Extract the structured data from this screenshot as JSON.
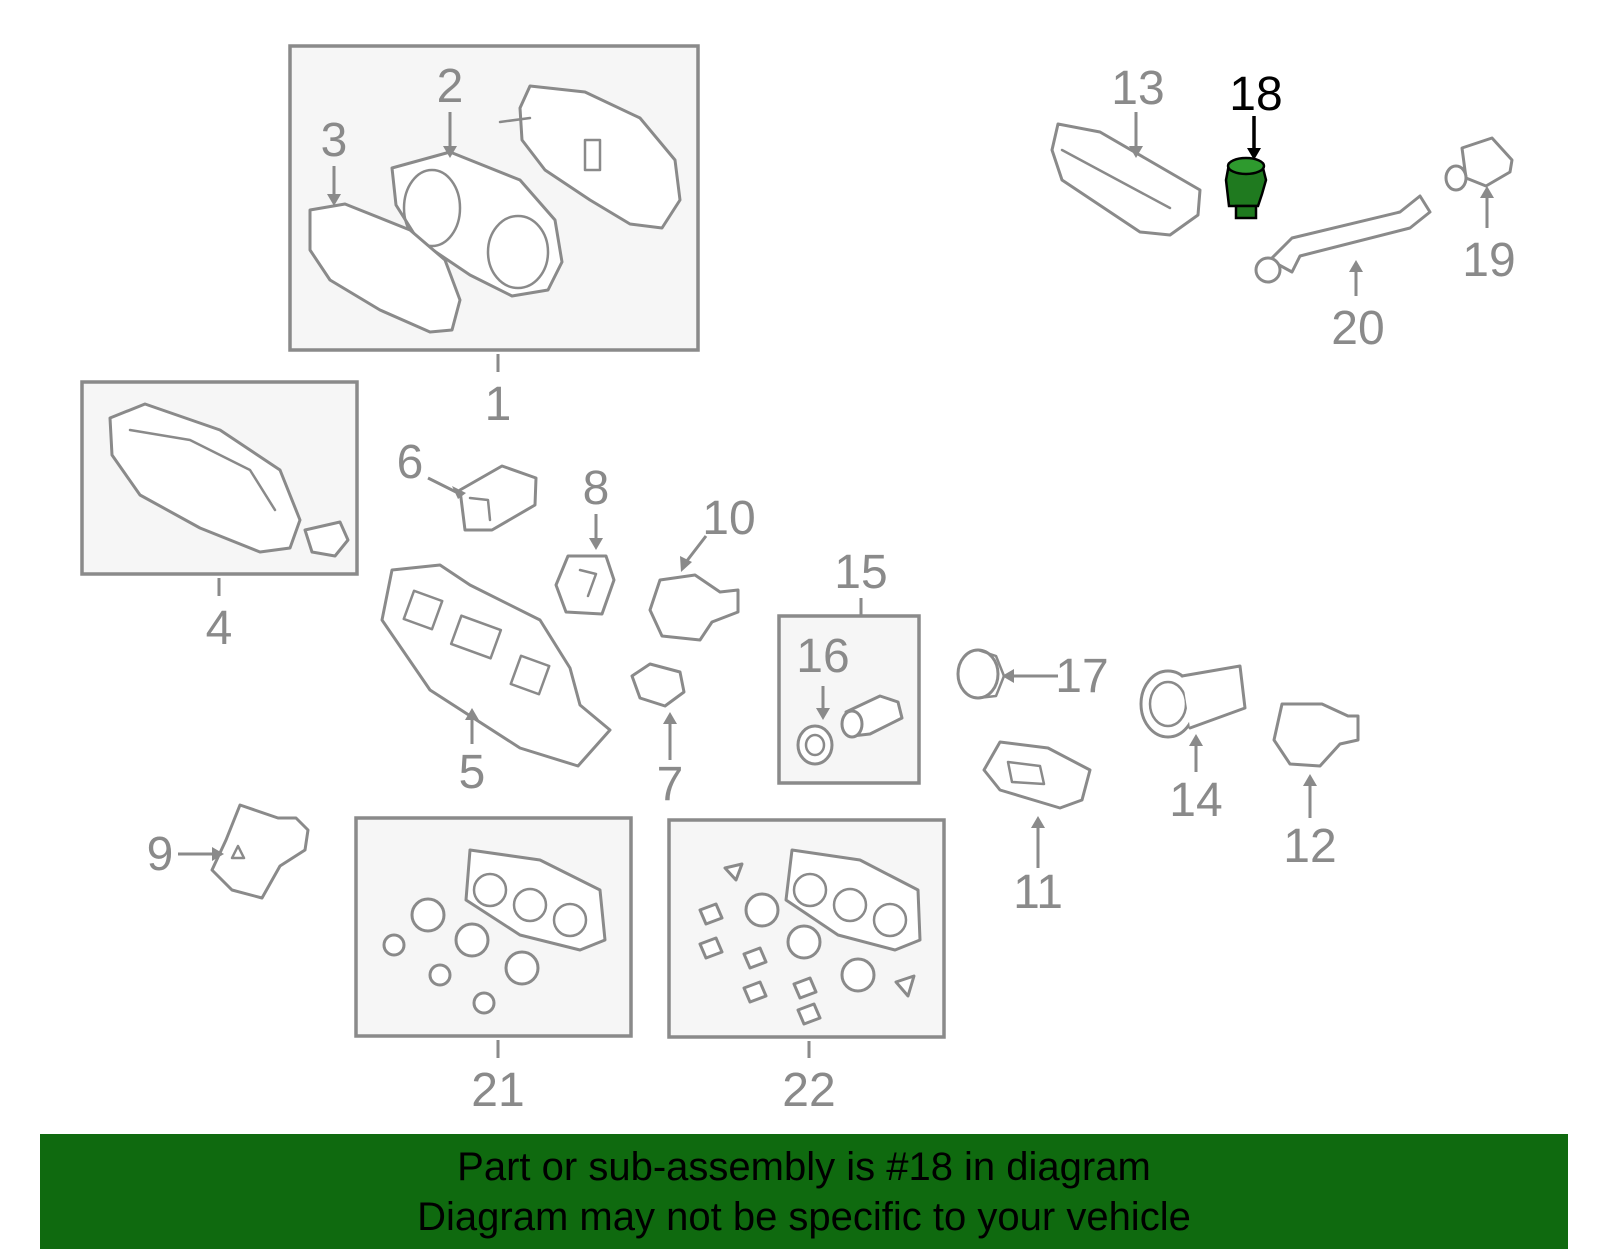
{
  "diagram": {
    "callouts": [
      "1",
      "2",
      "3",
      "4",
      "5",
      "6",
      "7",
      "8",
      "9",
      "10",
      "11",
      "12",
      "13",
      "14",
      "15",
      "16",
      "17",
      "18",
      "19",
      "20",
      "21",
      "22"
    ],
    "highlighted_part": "18",
    "highlight_color": "#1f7a1f"
  },
  "banner": {
    "line1": "Part or sub-assembly is #18 in diagram",
    "line2": "Diagram may not be specific to your vehicle",
    "background": "#0f6a0f"
  }
}
